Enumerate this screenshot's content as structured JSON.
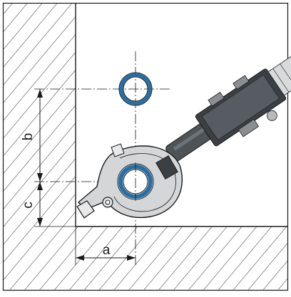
{
  "diagram": {
    "labels": {
      "a": "a",
      "b": "b",
      "c": "c"
    },
    "colors": {
      "pipe_blue": "#2a6fa3",
      "tool_gray": "#4e5358",
      "tool_dark": "#2e3236",
      "jaw_light": "#d4d6d8",
      "line": "#1a1a1a"
    }
  }
}
